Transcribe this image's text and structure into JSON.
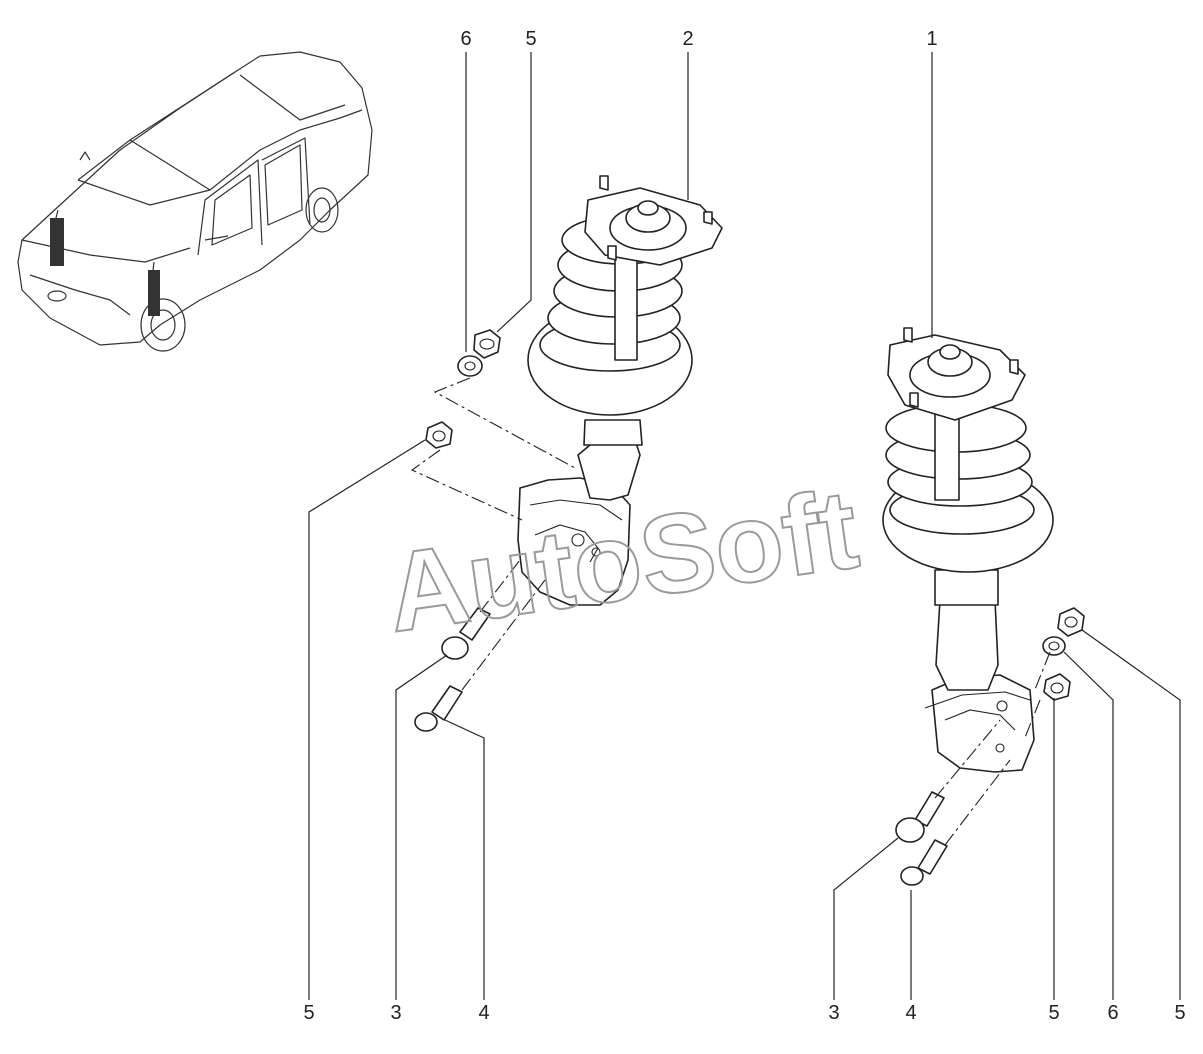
{
  "watermark": "AutoSoft",
  "callouts": {
    "top_6": "6",
    "top_5": "5",
    "top_2": "2",
    "top_1": "1",
    "left_5": "5",
    "left_3": "3",
    "left_4": "4",
    "right_3": "3",
    "right_4": "4",
    "right_5a": "5",
    "right_6": "6",
    "right_5b": "5"
  },
  "colors": {
    "line": "#222222",
    "watermark": "#9a9a9a",
    "background": "#ffffff"
  }
}
